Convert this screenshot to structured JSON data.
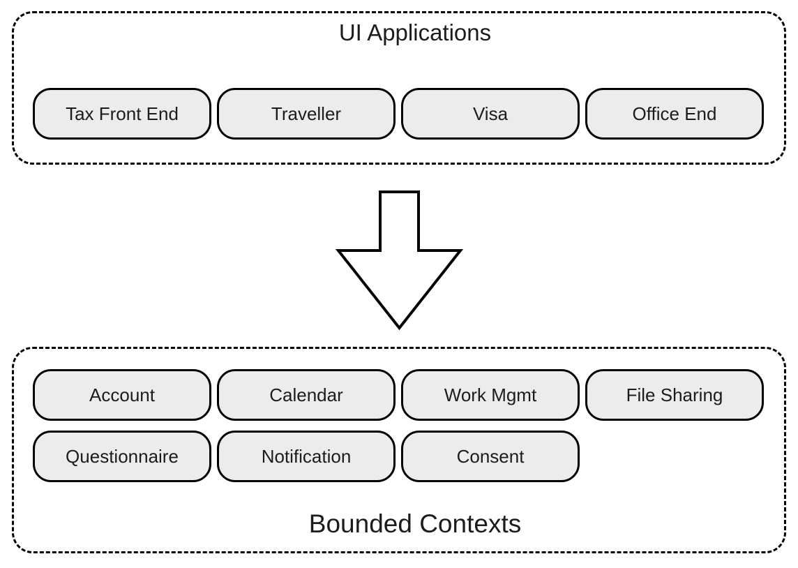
{
  "top_group": {
    "title": "UI Applications",
    "items": [
      "Tax Front End",
      "Traveller",
      "Visa",
      "Office End"
    ]
  },
  "arrow": {
    "name": "down-arrow",
    "direction": "down"
  },
  "bottom_group": {
    "title": "Bounded Contexts",
    "rows": [
      [
        "Account",
        "Calendar",
        "Work Mgmt",
        "File Sharing"
      ],
      [
        "Questionnaire",
        "Notification",
        "Consent"
      ]
    ]
  },
  "colors": {
    "background": "#ffffff",
    "pill_fill": "#ececec",
    "pill_border": "#000000",
    "container_border": "#000000",
    "arrow_stroke": "#000000",
    "arrow_fill": "#ffffff",
    "text": "#1c1c1c"
  }
}
